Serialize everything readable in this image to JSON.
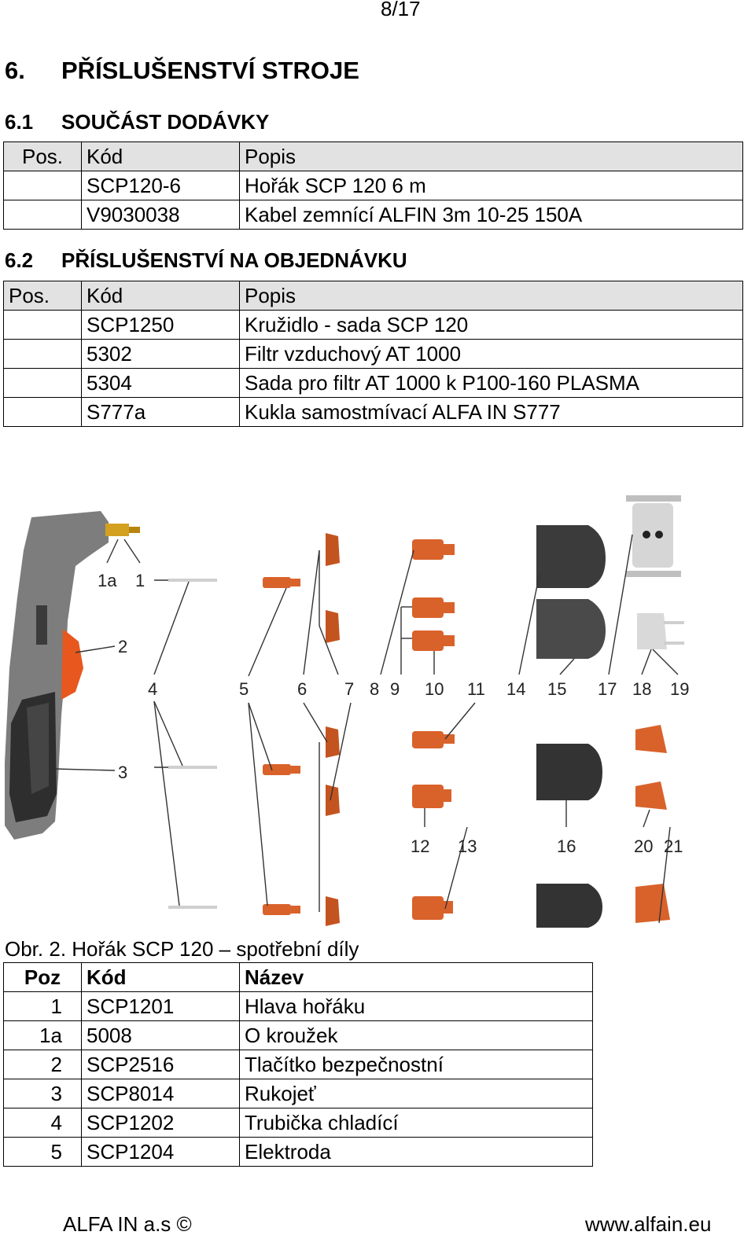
{
  "page_number": "8/17",
  "section": {
    "number": "6.",
    "title": "PŘÍSLUŠENSTVÍ STROJE"
  },
  "sub1": {
    "number": "6.1",
    "title": "SOUČÁST DODÁVKY",
    "headers": [
      "Pos.",
      "Kód",
      "Popis"
    ],
    "rows": [
      [
        "",
        "SCP120-6",
        "Hořák SCP 120 6 m"
      ],
      [
        "",
        "V9030038",
        "Kabel zemnící ALFIN 3m 10-25 150A"
      ]
    ]
  },
  "sub2": {
    "number": "6.2",
    "title": "PŘÍSLUŠENSTVÍ NA OBJEDNÁVKU",
    "headers": [
      "Pos.",
      "Kód",
      "Popis"
    ],
    "rows": [
      [
        "",
        "SCP1250",
        "Kružidlo - sada SCP 120"
      ],
      [
        "",
        "5302",
        "Filtr vzduchový AT 1000"
      ],
      [
        "",
        "5304",
        "Sada pro filtr AT 1000 k P100-160 PLASMA"
      ],
      [
        "",
        "S777a",
        "Kukla samostmívací ALFA IN S777"
      ]
    ]
  },
  "figure": {
    "callouts": [
      "1a",
      "1",
      "2",
      "3",
      "4",
      "5",
      "6",
      "7",
      "8",
      "9",
      "10",
      "11",
      "14",
      "15",
      "17",
      "18",
      "19",
      "12",
      "13",
      "16",
      "20",
      "21"
    ],
    "colors": {
      "copper": "#d9622b",
      "dark_grey": "#3b3b3b",
      "grey": "#7d7d7d",
      "orange": "#e8571e",
      "silver": "#cfcfcf"
    }
  },
  "caption": "Obr. 2. Hořák SCP 120  – spotřební díly",
  "parts": {
    "headers": [
      "Poz",
      "Kód",
      "Název"
    ],
    "rows": [
      [
        "1",
        "SCP1201",
        "Hlava hořáku"
      ],
      [
        "1a",
        "5008",
        "O kroužek"
      ],
      [
        "2",
        "SCP2516",
        "Tlačítko bezpečnostní"
      ],
      [
        "3",
        "SCP8014",
        "Rukojeť"
      ],
      [
        "4",
        "SCP1202",
        "Trubička chladící"
      ],
      [
        "5",
        "SCP1204",
        "Elektroda"
      ]
    ]
  },
  "footer": {
    "left": "ALFA IN a.s ©",
    "right": "www.alfain.eu"
  }
}
